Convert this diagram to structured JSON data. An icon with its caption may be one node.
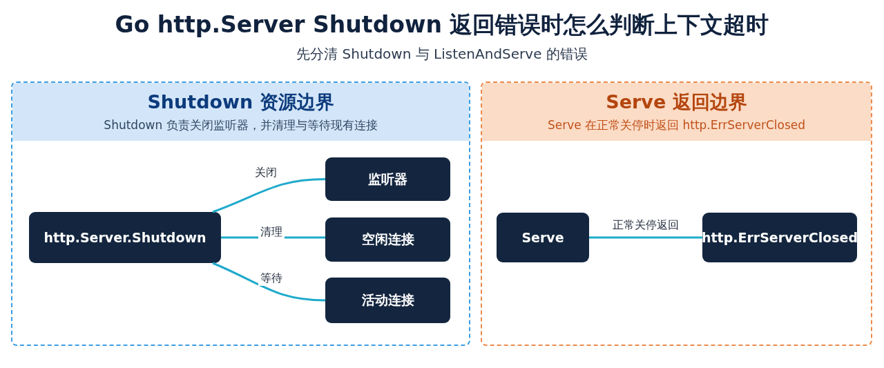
{
  "diagram": {
    "title": "Go http.Server Shutdown 返回错误时怎么判断上下文超时",
    "caption": "先分清 Shutdown 与 ListenAndServe 的错误",
    "nodes": [
      {
        "text": [
          "Shutdown 资源边界",
          "Shutdown 负责关闭监听器，并清理与等待现有连接"
        ]
      },
      {
        "text": [
          "http.Server.Shutdown"
        ],
        "in": 0
      },
      {
        "text": [
          "监听器"
        ],
        "in": 0
      },
      {
        "text": [
          "空闲连接"
        ],
        "in": 0
      },
      {
        "text": [
          "活动连接"
        ],
        "in": 0
      },
      {
        "text": [
          "Serve 返回边界",
          "Serve 在正常关停时返回 http.ErrServerClosed"
        ]
      },
      {
        "text": [
          "Serve"
        ],
        "in": 5
      },
      {
        "text": [
          "http.ErrServerClosed"
        ],
        "in": 5
      }
    ],
    "edges": [
      {
        "from": 1,
        "to": 2,
        "arrow": "none",
        "label": "关闭"
      },
      {
        "from": 1,
        "to": 3,
        "arrow": "none",
        "label": "清理"
      },
      {
        "from": 1,
        "to": 4,
        "arrow": "none",
        "label": "等待"
      },
      {
        "from": 6,
        "to": 7,
        "arrow": "none",
        "label": "正常关停返回"
      }
    ]
  }
}
